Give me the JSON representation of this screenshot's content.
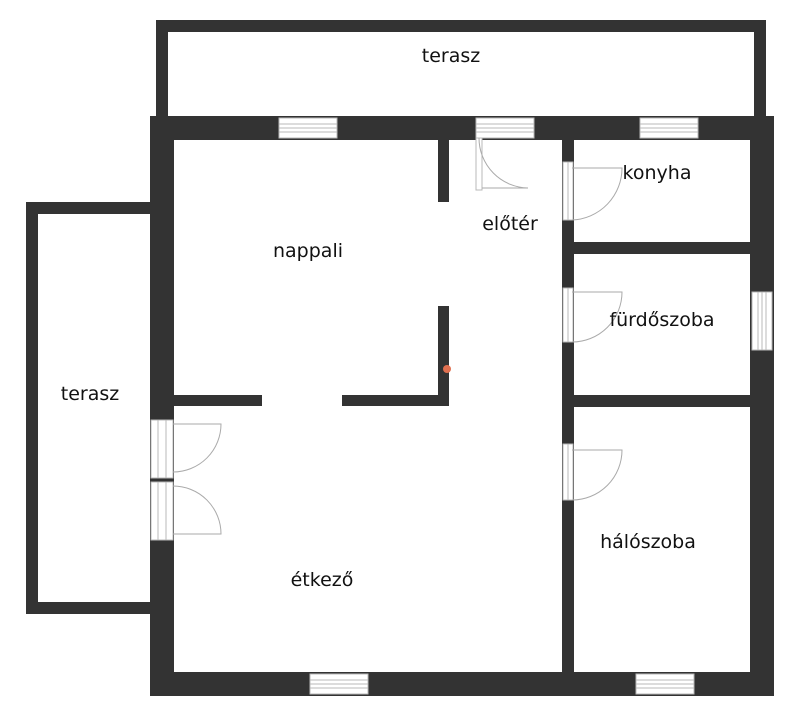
{
  "rooms": {
    "terasz_top": "terasz",
    "terasz_left": "terasz",
    "nappali": "nappali",
    "eloter": "előtér",
    "konyha": "konyha",
    "furdoszoba": "fürdőszoba",
    "etkezo": "étkező",
    "haloszoba": "hálószoba"
  },
  "colors": {
    "wall": "#333333",
    "background": "#ffffff",
    "fixture": "#b8b8b8",
    "marker": "#e07050"
  },
  "icons": {
    "window": "window-icon",
    "door": "door-icon",
    "marker": "marker-dot-icon"
  }
}
